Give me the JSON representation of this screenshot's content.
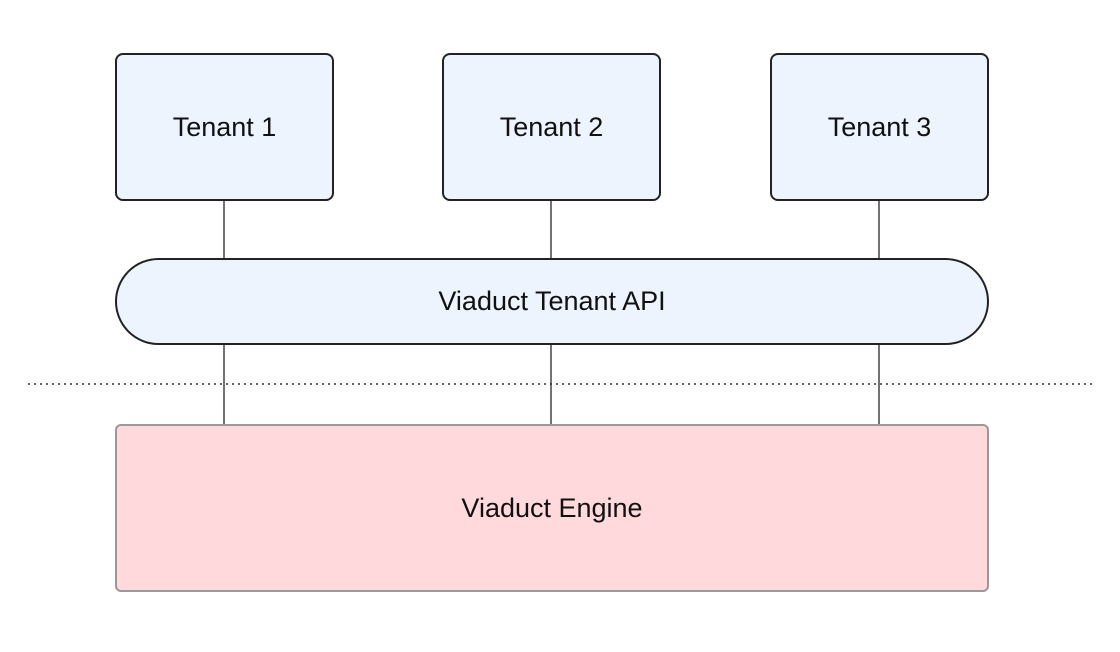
{
  "diagram": {
    "tenants": [
      {
        "label": "Tenant 1"
      },
      {
        "label": "Tenant 2"
      },
      {
        "label": "Tenant 3"
      }
    ],
    "api": {
      "label": "Viaduct Tenant API"
    },
    "engine": {
      "label": "Viaduct Engine"
    }
  },
  "colors": {
    "tenant_fill": "#edf4fd",
    "api_fill": "#edf4fd",
    "engine_fill": "#ffd9dc",
    "border": "#222222",
    "engine_border": "#999999",
    "connector": "#444444",
    "divider": "#333333"
  }
}
